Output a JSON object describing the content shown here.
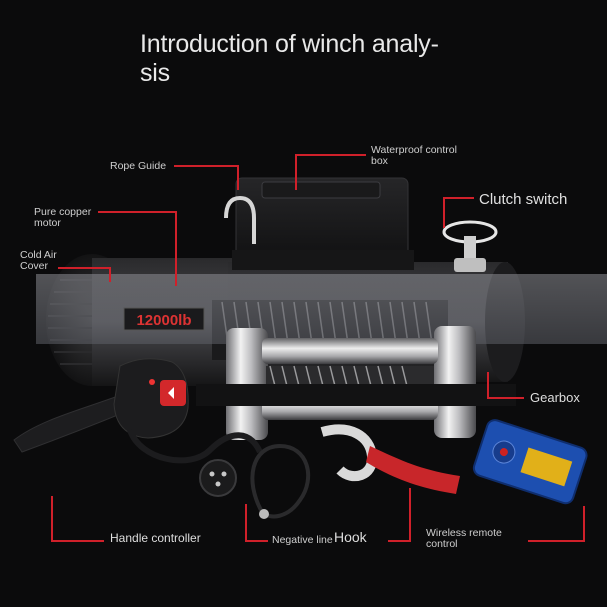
{
  "title_line1": "Introduction of winch analy-",
  "title_line2": "sis",
  "labels": {
    "rope_guide": "Rope Guide",
    "waterproof_line1": "Waterproof control",
    "waterproof_line2": "box",
    "clutch_switch": "Clutch switch",
    "pure_copper_line1": "Pure copper",
    "pure_copper_line2": "motor",
    "cold_air_line1": "Cold Air",
    "cold_air_line2": "Cover",
    "gearbox": "Gearbox",
    "handle_controller": "Handle controller",
    "negative_line": "Negative line",
    "hook": "Hook",
    "wireless_line1": "Wireless remote",
    "wireless_line2": "control"
  },
  "winch_badge": "12000lb",
  "colors": {
    "accent": "#d0202a",
    "background": "#0b0b0c",
    "remote_blue": "#1d4fb0",
    "strap_red": "#c8262a"
  }
}
